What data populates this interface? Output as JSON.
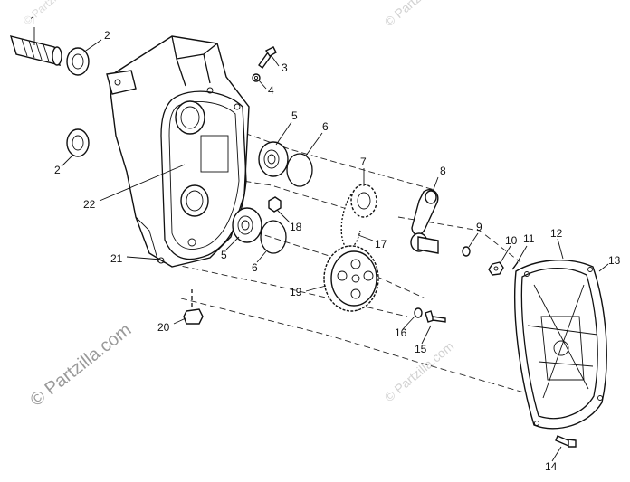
{
  "callouts": [
    "1",
    "2",
    "3",
    "4",
    "5",
    "6",
    "7",
    "8",
    "2",
    "22",
    "9",
    "10",
    "11",
    "12",
    "13",
    "18",
    "17",
    "21",
    "5",
    "6",
    "19",
    "20",
    "16",
    "15",
    "14"
  ],
  "watermarks": {
    "bottom_left": "© Partzilla.com",
    "top_right": "© Partzilla.com",
    "bottom_right": "© Partzilla.com",
    "top_left": "© Partzilla.com"
  },
  "colors": {
    "line": "#111111",
    "watermark": "#9a9a9a",
    "background": "#ffffff"
  }
}
